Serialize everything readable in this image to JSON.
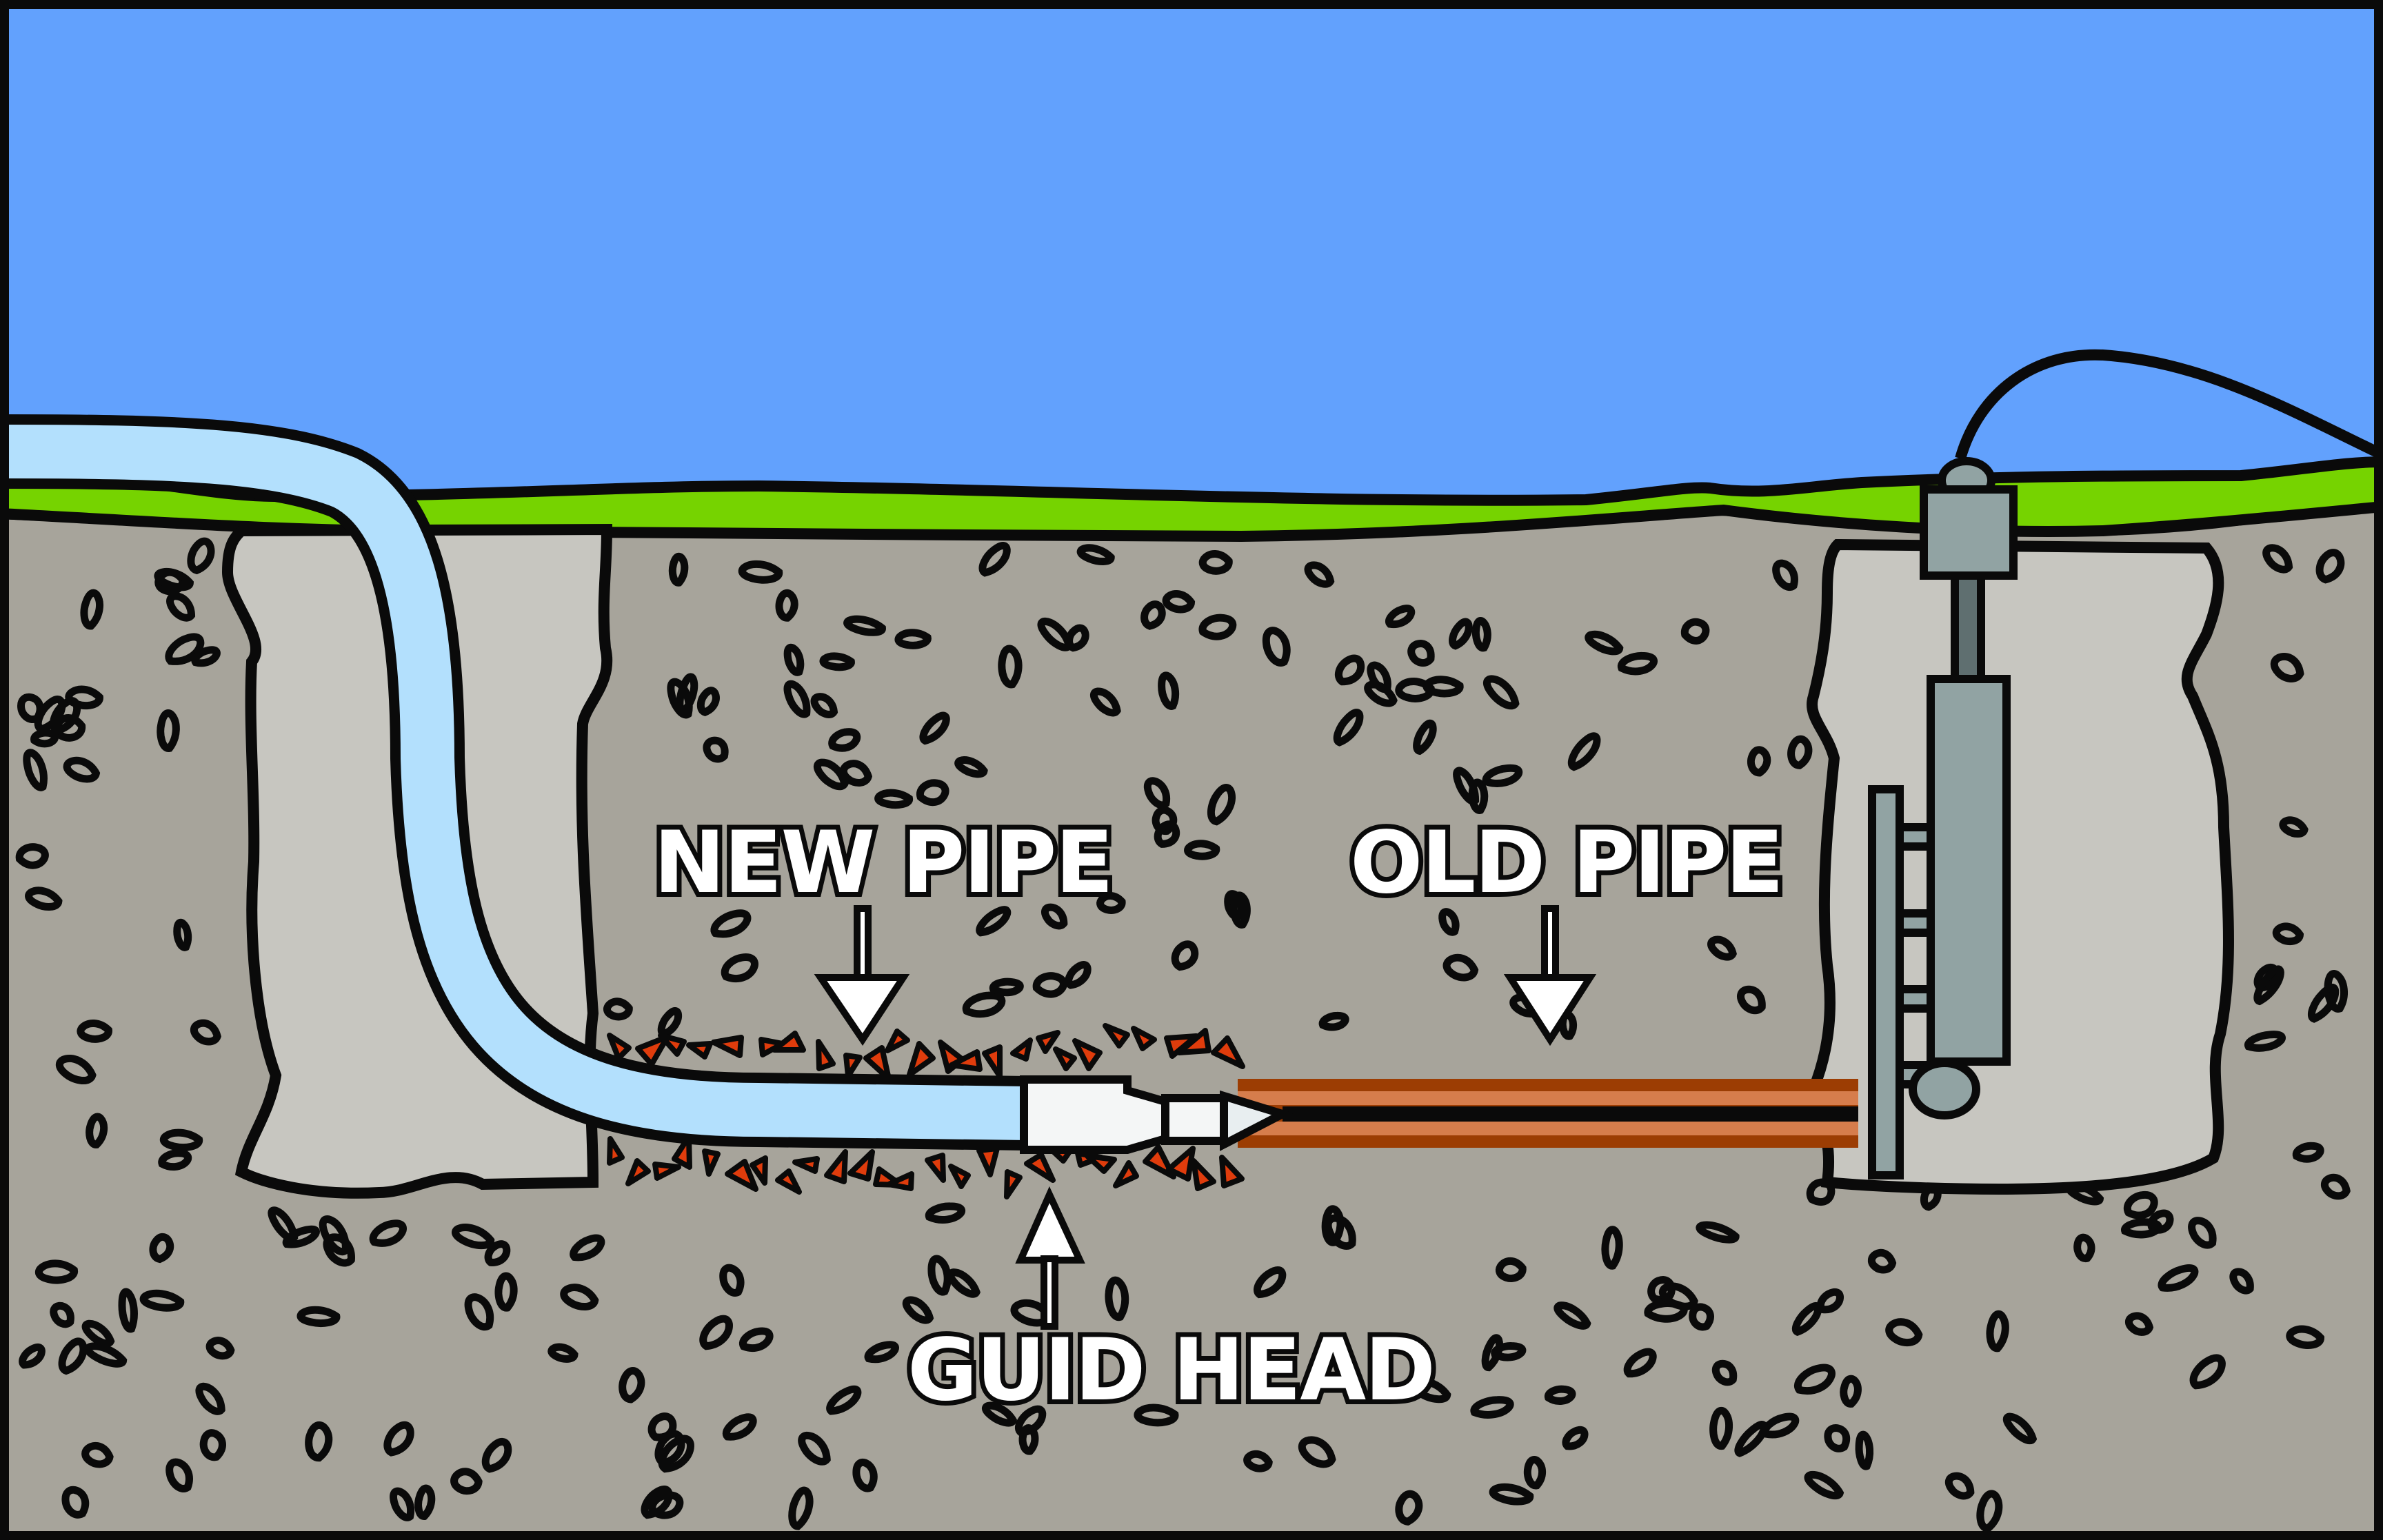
{
  "title": "Pipe bursting diagram",
  "labels": {
    "new_pipe": "NEW PIPE",
    "old_pipe": "OLD PIPE",
    "guide_head": "GUID HEAD"
  },
  "colors": {
    "sky": "#62a1fd",
    "grass": "#76d300",
    "soil": "#a7a49b",
    "pit": "#c7c6c0",
    "new_pipe": "#b3e0fd",
    "old_pipe_dark": "#9c3d03",
    "old_pipe_light": "#d67d4c",
    "machine": "#91a3a3",
    "debris": "#e03c0c",
    "outline": "#0a0a0a",
    "label_fill": "#ffffff"
  },
  "components": [
    {
      "id": "entry-pit",
      "name": "Entry pit"
    },
    {
      "id": "exit-pit",
      "name": "Exit pit"
    },
    {
      "id": "new-pipe",
      "name": "New pipe"
    },
    {
      "id": "old-pipe",
      "name": "Old pipe"
    },
    {
      "id": "guide-head",
      "name": "Guide head"
    },
    {
      "id": "hydraulic-unit",
      "name": "Pulling machine"
    },
    {
      "id": "hydraulic-hose",
      "name": "Hydraulic hose"
    }
  ]
}
